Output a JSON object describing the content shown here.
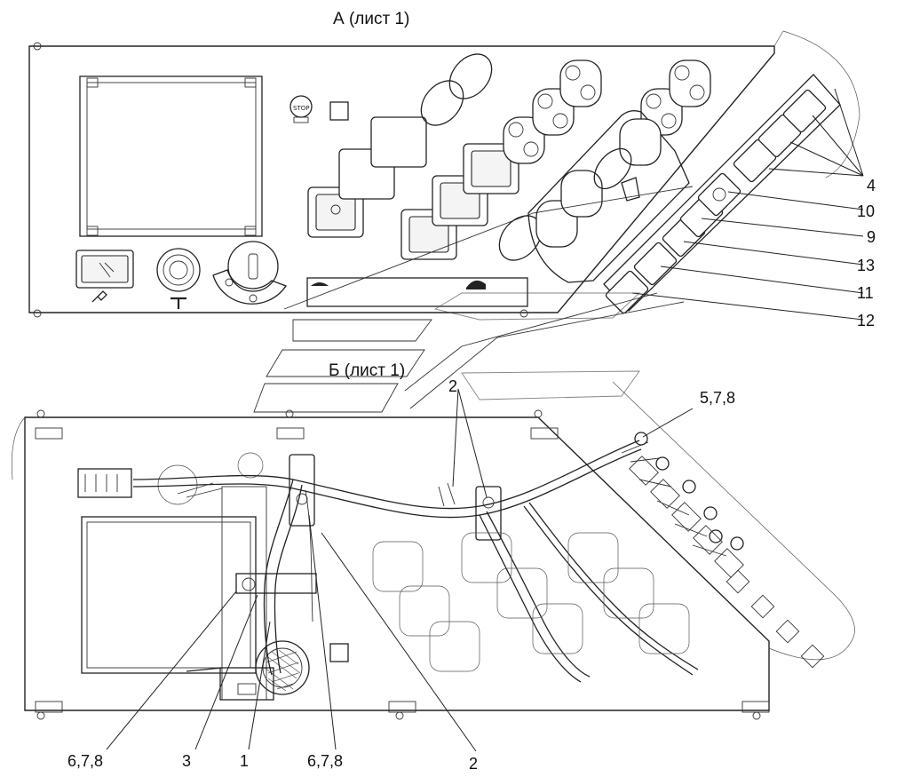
{
  "views": {
    "top_title": "А (лист 1)",
    "bottom_title": "Б (лист 1)"
  },
  "callouts": {
    "c4": "4",
    "c10": "10",
    "c9": "9",
    "c13": "13",
    "c11": "11",
    "c12": "12",
    "c2_top": "2",
    "c578": "5,7,8",
    "c678_left": "6,7,8",
    "c3": "3",
    "c1": "1",
    "c678_mid": "6,7,8",
    "c2_bottom": "2"
  }
}
